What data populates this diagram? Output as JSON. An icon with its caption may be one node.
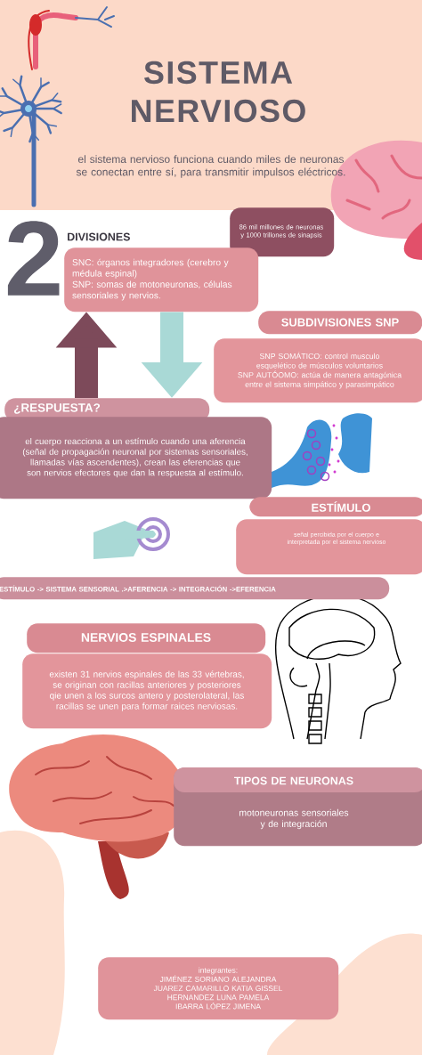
{
  "diagram": {
    "title": "SISTEMA NERVIOSO",
    "nodes": [
      {
        "text": [
          "86 mil millones de neuronas y 1000 trillones de sinapsis"
        ]
      },
      {
        "text": [
          "DIVISIONES",
          "SNC: órganos integradores (cerebro y médula espinal)",
          "SNP: somas de motoneuronas, células sensoriales y nervios."
        ]
      },
      {
        "text": [
          "SUBDIVISIONES SNP"
        ]
      },
      {
        "text": [
          "SNP SOMÁTICO: control musculo esquelético de músculos voluntarios",
          "SNP AUTÓOMO: actúa de manera antagónica entre el sistema simpático y parasimpático"
        ]
      },
      {
        "text": [
          "¿RESPUESTA?"
        ]
      },
      {
        "text": [
          "el cuerpo reacciona a un estímulo cuando una aferencia (señal de propagación neuronal por sistemas sensoriales, llamadas vías ascendentes), crean las eferencias que son nervios efectores que dan la respuesta al estímulo."
        ]
      },
      {
        "text": [
          "ESTÍMULO"
        ]
      },
      {
        "text": [
          "señal percibida por el cuerpo e interpretada por el sistema nervioso"
        ]
      },
      {
        "text": [
          "ESTÍMULO -> SISTEMA SENSORIAL .>AFERENCIA -> INTEGRACIÓN ->EFERENCIA"
        ]
      },
      {
        "text": [
          "NERVIOS ESPINALES"
        ]
      },
      {
        "text": [
          "existen 31 nervios espinales de las 33 vértebras, se originan con racillas anteriores y posteriores qie unen a los surcos antero y posterolateral, las racillas se unen para formar raices nerviosas."
        ]
      },
      {
        "text": [
          "TIPOS DE NEURONAS",
          "motoneuronas sensoriales y de integración"
        ]
      },
      {
        "text": [
          "integrantes:",
          "JIMÉNEZ SORIANO ALEJANDRA",
          "JUAREZ CAMARILLO KATIA GISSEL",
          "HERNANDEZ LUNA PAMELA",
          "IBARRA LÓPEZ JIMENA"
        ]
      }
    ],
    "edges": [
      {
        "from": 4,
        "to": 1,
        "arrow": "to",
        "color": "#7d4a5a"
      },
      {
        "from": 1,
        "to": 4,
        "arrow": "to",
        "color": "#a9d9d6"
      }
    ],
    "labels": [
      "el sistema nervioso funciona cuando miles de neuronas se conectan entre sí, para transmitir impulsos eléctricos.",
      "2"
    ]
  }
}
